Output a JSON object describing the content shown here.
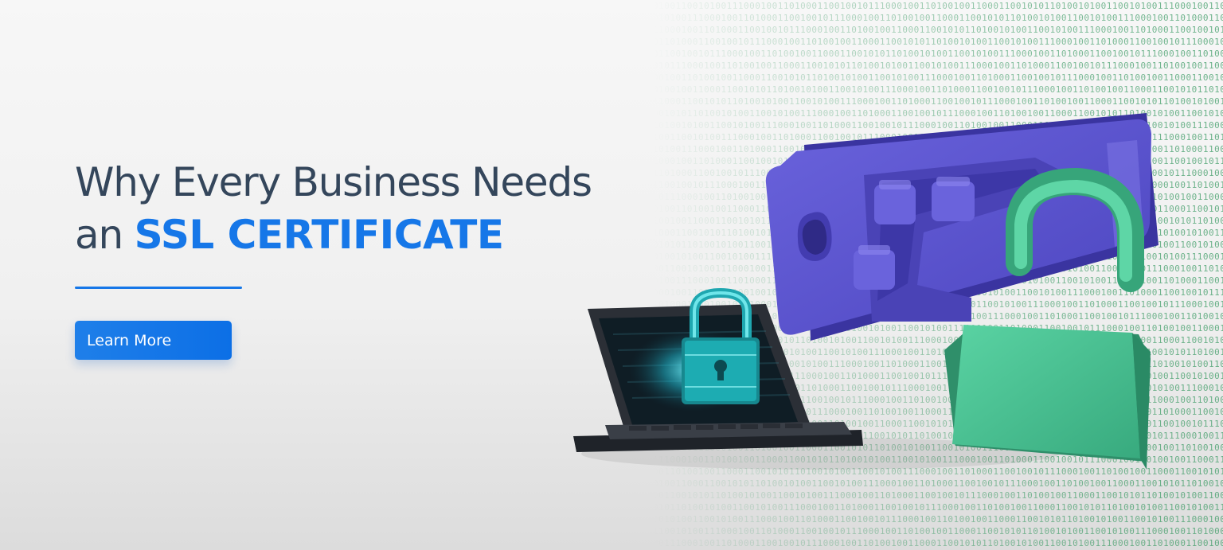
{
  "banner": {
    "headline_line1": "Why Every Business Needs",
    "headline_prefix": "an",
    "headline_accent": "SSL CERTIFICATE",
    "cta_label": "Learn More"
  },
  "illustration": {
    "icons": [
      "laptop-icon",
      "padlock-icon",
      "smartphone-icon",
      "app-tiles-icon",
      "keyhole-icon"
    ],
    "binary_pattern": "0100110010100111000100110100011001001011100010011010010011000110010101101001"
  },
  "colors": {
    "headline_text": "#34465b",
    "accent": "#1677e8",
    "button": "#1677e8",
    "phone_purple": "#5b55cf",
    "lock_green": "#4fc497",
    "lock_cyan": "#1fb3b8",
    "binary_green": "#3a9a63",
    "background": "#f0f0f0"
  }
}
